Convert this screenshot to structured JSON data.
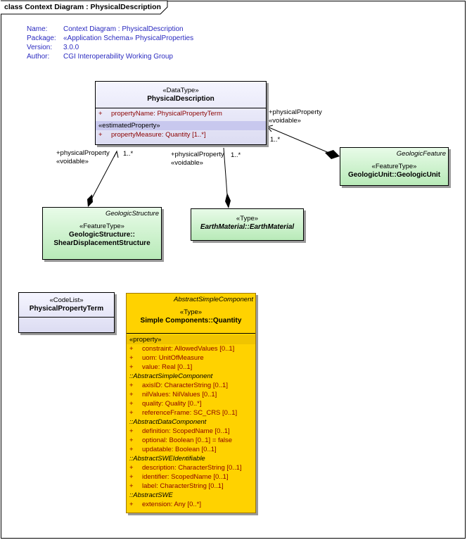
{
  "frame": {
    "title": "class Context Diagram : PhysicalDescription"
  },
  "meta": [
    {
      "key": "Name:",
      "value": "Context Diagram : PhysicalDescription"
    },
    {
      "key": "Package:",
      "value": "«Application Schema» PhysicalProperties"
    },
    {
      "key": "Version:",
      "value": "3.0.0"
    },
    {
      "key": "Author:",
      "value": "CGI Interoperability Working Group"
    }
  ],
  "physical_description": {
    "stereotype": "«DataType»",
    "name": "PhysicalDescription",
    "attr1": {
      "vis": "+",
      "text": "propertyName:  PhysicalPropertyTerm"
    },
    "group": "«estimatedProperty»",
    "attr2": {
      "vis": "+",
      "text": "propertyMeasure:  Quantity [1..*]"
    }
  },
  "geologic_unit": {
    "parent": "GeologicFeature",
    "stereotype": "«FeatureType»",
    "name": "GeologicUnit::GeologicUnit"
  },
  "shear_structure": {
    "parent": "GeologicStructure",
    "stereotype": "«FeatureType»",
    "name1": "GeologicStructure::",
    "name2": "ShearDisplacementStructure"
  },
  "earth_material": {
    "stereotype": "«Type»",
    "name": "EarthMaterial::EarthMaterial"
  },
  "code_list": {
    "stereotype": "«CodeList»",
    "name": "PhysicalPropertyTerm"
  },
  "quantity": {
    "parent": "AbstractSimpleComponent",
    "stereotype": "«Type»",
    "name": "Simple Components::Quantity",
    "rows": [
      {
        "kind": "group",
        "text": "«property»"
      },
      {
        "kind": "attr",
        "vis": "+",
        "text": "constraint:  AllowedValues [0..1]"
      },
      {
        "kind": "attr",
        "vis": "+",
        "text": "uom:  UnitOfMeasure"
      },
      {
        "kind": "attr",
        "vis": "+",
        "text": "value:  Real [0..1]"
      },
      {
        "kind": "inherit",
        "text": "::AbstractSimpleComponent"
      },
      {
        "kind": "attr",
        "vis": "+",
        "text": "axisID:  CharacterString [0..1]"
      },
      {
        "kind": "attr",
        "vis": "+",
        "text": "nilValues:  NilValues [0..1]"
      },
      {
        "kind": "attr",
        "vis": "+",
        "text": "quality:  Quality [0..*]"
      },
      {
        "kind": "attr",
        "vis": "+",
        "text": "referenceFrame:  SC_CRS [0..1]"
      },
      {
        "kind": "inherit",
        "text": "::AbstractDataComponent"
      },
      {
        "kind": "attr",
        "vis": "+",
        "text": "definition:  ScopedName [0..1]"
      },
      {
        "kind": "attr",
        "vis": "+",
        "text": "optional:  Boolean [0..1] = false"
      },
      {
        "kind": "attr",
        "vis": "+",
        "text": "updatable:  Boolean [0..1]"
      },
      {
        "kind": "inherit",
        "text": "::AbstractSWEIdentifiable"
      },
      {
        "kind": "attr",
        "vis": "+",
        "text": "description:  CharacterString [0..1]"
      },
      {
        "kind": "attr",
        "vis": "+",
        "text": "identifier:  ScopedName [0..1]"
      },
      {
        "kind": "attr",
        "vis": "+",
        "text": "label:  CharacterString [0..1]"
      },
      {
        "kind": "inherit",
        "text": "::AbstractSWE"
      },
      {
        "kind": "attr",
        "vis": "+",
        "text": "extension:  Any [0..*]"
      }
    ]
  },
  "assoc_labels": {
    "gu_role": "+physicalProperty",
    "gu_void": "«voidable»",
    "gu_mult": "1..*",
    "gs_role": "+physicalProperty",
    "gs_void": "«voidable»",
    "gs_mult": "1..*",
    "em_role": "+physicalProperty",
    "em_void": "«voidable»",
    "em_mult": "1..*"
  }
}
